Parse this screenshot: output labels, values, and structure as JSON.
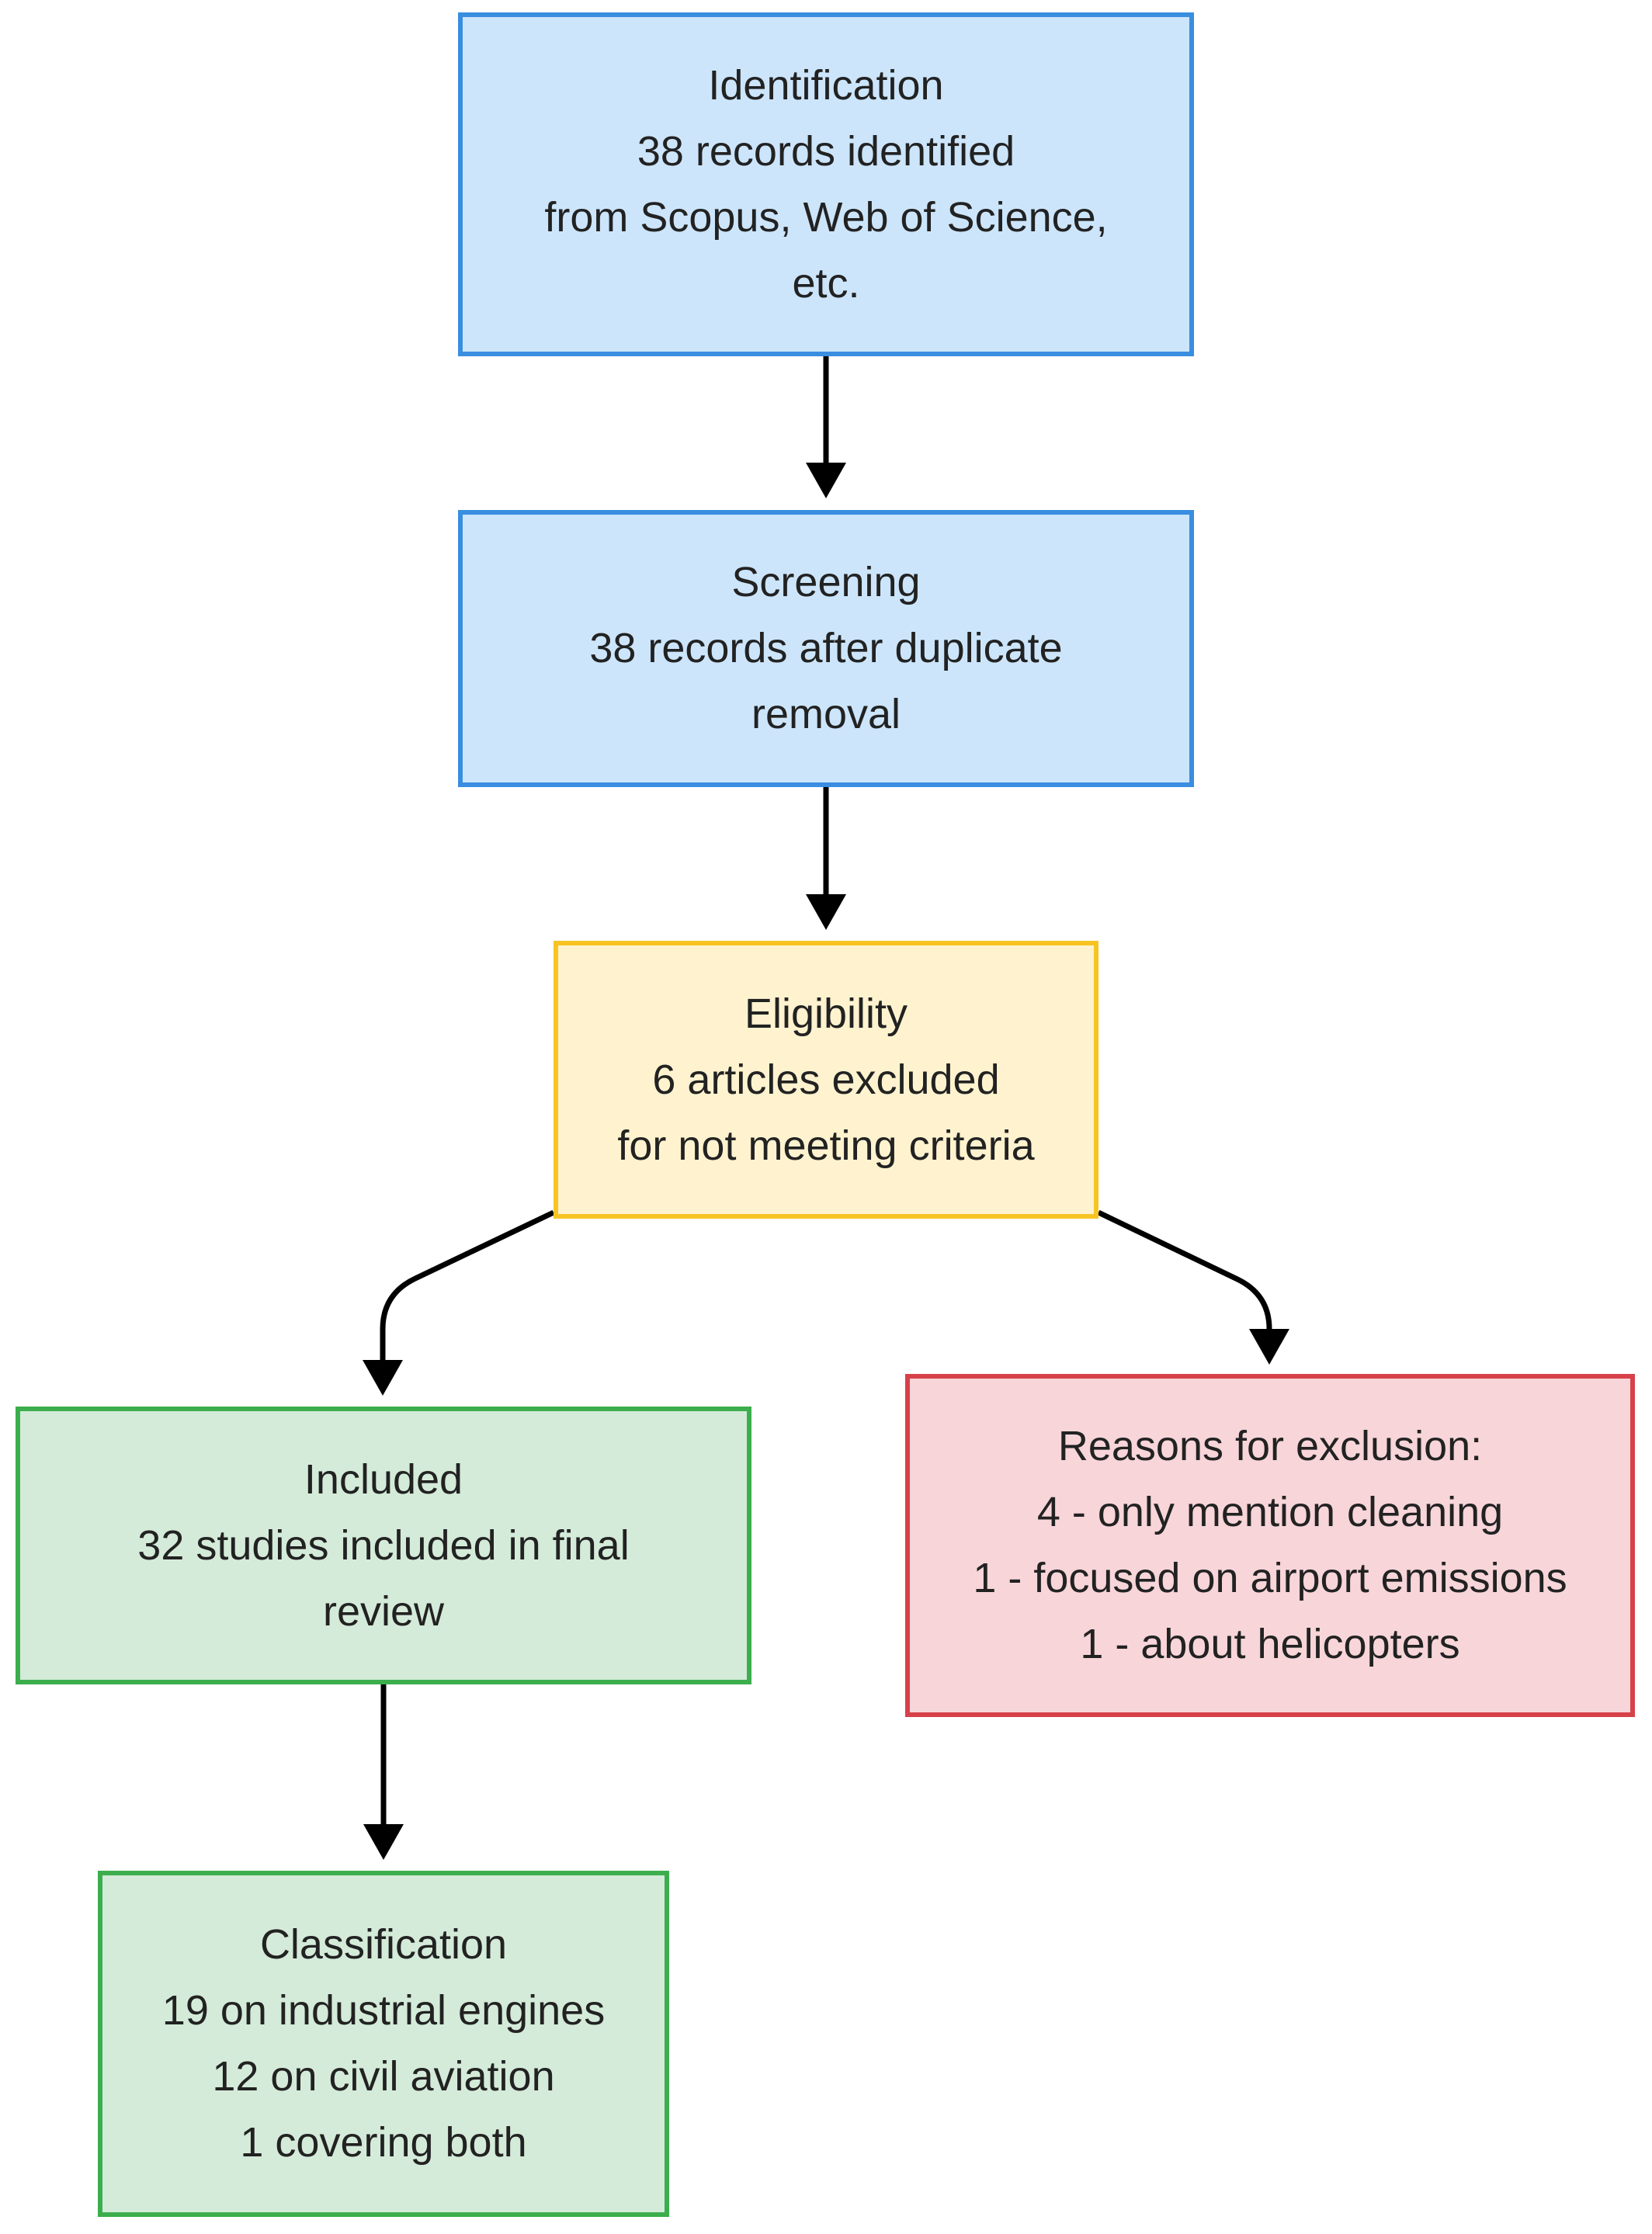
{
  "boxes": {
    "identification": {
      "lines": [
        "Identification",
        "38 records identified",
        "from Scopus, Web of Science,",
        "etc."
      ],
      "fill": "#cce5fb",
      "border": "#3a8ee0"
    },
    "screening": {
      "lines": [
        "Screening",
        "38 records after duplicate",
        "removal"
      ],
      "fill": "#cce5fb",
      "border": "#3a8ee0"
    },
    "eligibility": {
      "lines": [
        "Eligibility",
        "6 articles excluded",
        "for not meeting criteria"
      ],
      "fill": "#fff3cf",
      "border": "#f7c423"
    },
    "included": {
      "lines": [
        "Included",
        "32 studies included in final",
        "review"
      ],
      "fill": "#d4ebd9",
      "border": "#3cae4d"
    },
    "exclusion": {
      "lines": [
        "Reasons for exclusion:",
        "4 - only mention cleaning",
        "1 - focused on airport emissions",
        "1 - about helicopters"
      ],
      "fill": "#f7d5d9",
      "border": "#d7414a"
    },
    "classification": {
      "lines": [
        "Classification",
        "19 on industrial engines",
        "12 on civil aviation",
        "1 covering both"
      ],
      "fill": "#d4ebd9",
      "border": "#3cae4d"
    }
  },
  "connectors": [
    {
      "from": "identification",
      "to": "screening"
    },
    {
      "from": "screening",
      "to": "eligibility"
    },
    {
      "from": "eligibility",
      "to": "included"
    },
    {
      "from": "eligibility",
      "to": "exclusion"
    },
    {
      "from": "included",
      "to": "classification"
    }
  ],
  "connector_color": "#000000"
}
